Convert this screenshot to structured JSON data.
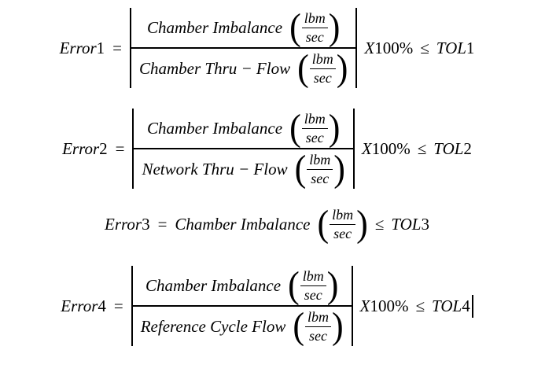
{
  "colors": {
    "text": "#000000",
    "background": "#ffffff"
  },
  "equations": [
    {
      "lhs_name": "Error",
      "lhs_index": "1",
      "equals": "=",
      "numerator": "Chamber Imbalance",
      "denominator": "Chamber Thru − Flow",
      "open_paren": "(",
      "close_paren": ")",
      "unit_top": "lbm",
      "unit_bottom": "sec",
      "mult": "X",
      "percent": "100%",
      "leq": "≤",
      "tol_name": "TOL",
      "tol_index": "1"
    },
    {
      "lhs_name": "Error",
      "lhs_index": "2",
      "equals": "=",
      "numerator": "Chamber Imbalance",
      "denominator": "Network Thru − Flow",
      "open_paren": "(",
      "close_paren": ")",
      "unit_top": "lbm",
      "unit_bottom": "sec",
      "mult": "X",
      "percent": "100%",
      "leq": "≤",
      "tol_name": "TOL",
      "tol_index": "2"
    },
    {
      "lhs_name": "Error",
      "lhs_index": "3",
      "equals": "=",
      "body": "Chamber Imbalance",
      "open_paren": "(",
      "close_paren": ")",
      "unit_top": "lbm",
      "unit_bottom": "sec",
      "leq": "≤",
      "tol_name": "TOL",
      "tol_index": "3"
    },
    {
      "lhs_name": "Error",
      "lhs_index": "4",
      "equals": "=",
      "numerator": "Chamber Imbalance",
      "denominator": "Reference Cycle Flow",
      "open_paren": "(",
      "close_paren": ")",
      "unit_top": "lbm",
      "unit_bottom": "sec",
      "mult": "X",
      "percent": "100%",
      "leq": "≤",
      "tol_name": "TOL",
      "tol_index": "4"
    }
  ]
}
